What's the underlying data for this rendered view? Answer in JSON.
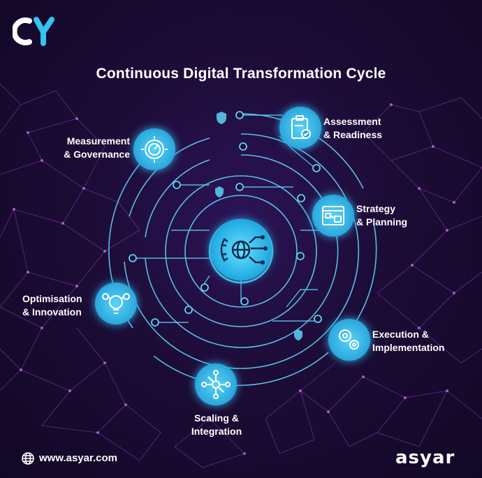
{
  "title": "Continuous Digital Transformation Cycle",
  "stages": [
    {
      "line1": "Assessment",
      "line2": "& Readiness",
      "icon": "clipboard-check-icon"
    },
    {
      "line1": "Strategy",
      "line2": "& Planning",
      "icon": "blueprint-icon"
    },
    {
      "line1": "Execution &",
      "line2": "Implementation",
      "icon": "gears-icon"
    },
    {
      "line1": "Scaling &",
      "line2": "Integration",
      "icon": "network-icon"
    },
    {
      "line1": "Optimisation",
      "line2": "& Innovation",
      "icon": "lightbulb-gears-icon"
    },
    {
      "line1": "Measurement",
      "line2": "& Governance",
      "icon": "gauge-gear-icon"
    }
  ],
  "center_icon": "globe-gear-circuit-icon",
  "footer": {
    "url": "www.asyar.com",
    "brand": "asyar"
  },
  "logo": "cy-logo",
  "colors": {
    "accent": "#35c3f0",
    "line": "#5fd2f5",
    "background": "#1a0b2e",
    "web": "#b24fe0"
  }
}
